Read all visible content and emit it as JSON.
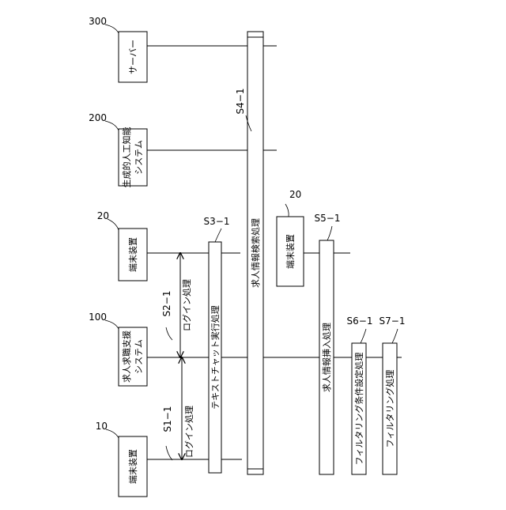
{
  "actors": {
    "server": {
      "ref": "300",
      "label": "サーバー"
    },
    "ai": {
      "ref": "200",
      "line1": "生成的人工知能",
      "line2": "システム"
    },
    "terminal_top": {
      "ref": "20",
      "label": "端末装置"
    },
    "support": {
      "ref": "100",
      "line1": "求人求職支援",
      "line2": "システム"
    },
    "terminal_bottom": {
      "ref": "10",
      "label": "端末装置"
    },
    "terminal_mid": {
      "ref": "20",
      "label": "端末装置"
    }
  },
  "steps": {
    "s1": {
      "code": "S1−1",
      "label": "ログイン処理"
    },
    "s2": {
      "code": "S2−1",
      "label": "ログイン処理"
    },
    "s3": {
      "code": "S3−1",
      "label": "テキストチャット実行処理"
    },
    "s4": {
      "code": "S4−1",
      "label": "求人情報検索処理"
    },
    "s5": {
      "code": "S5−1",
      "label": "求人情報挿入処理"
    },
    "s6": {
      "code": "S6−1",
      "label": "フィルタリング条件設定処理"
    },
    "s7": {
      "code": "S7−1",
      "label": "フィルタリング処理"
    }
  }
}
